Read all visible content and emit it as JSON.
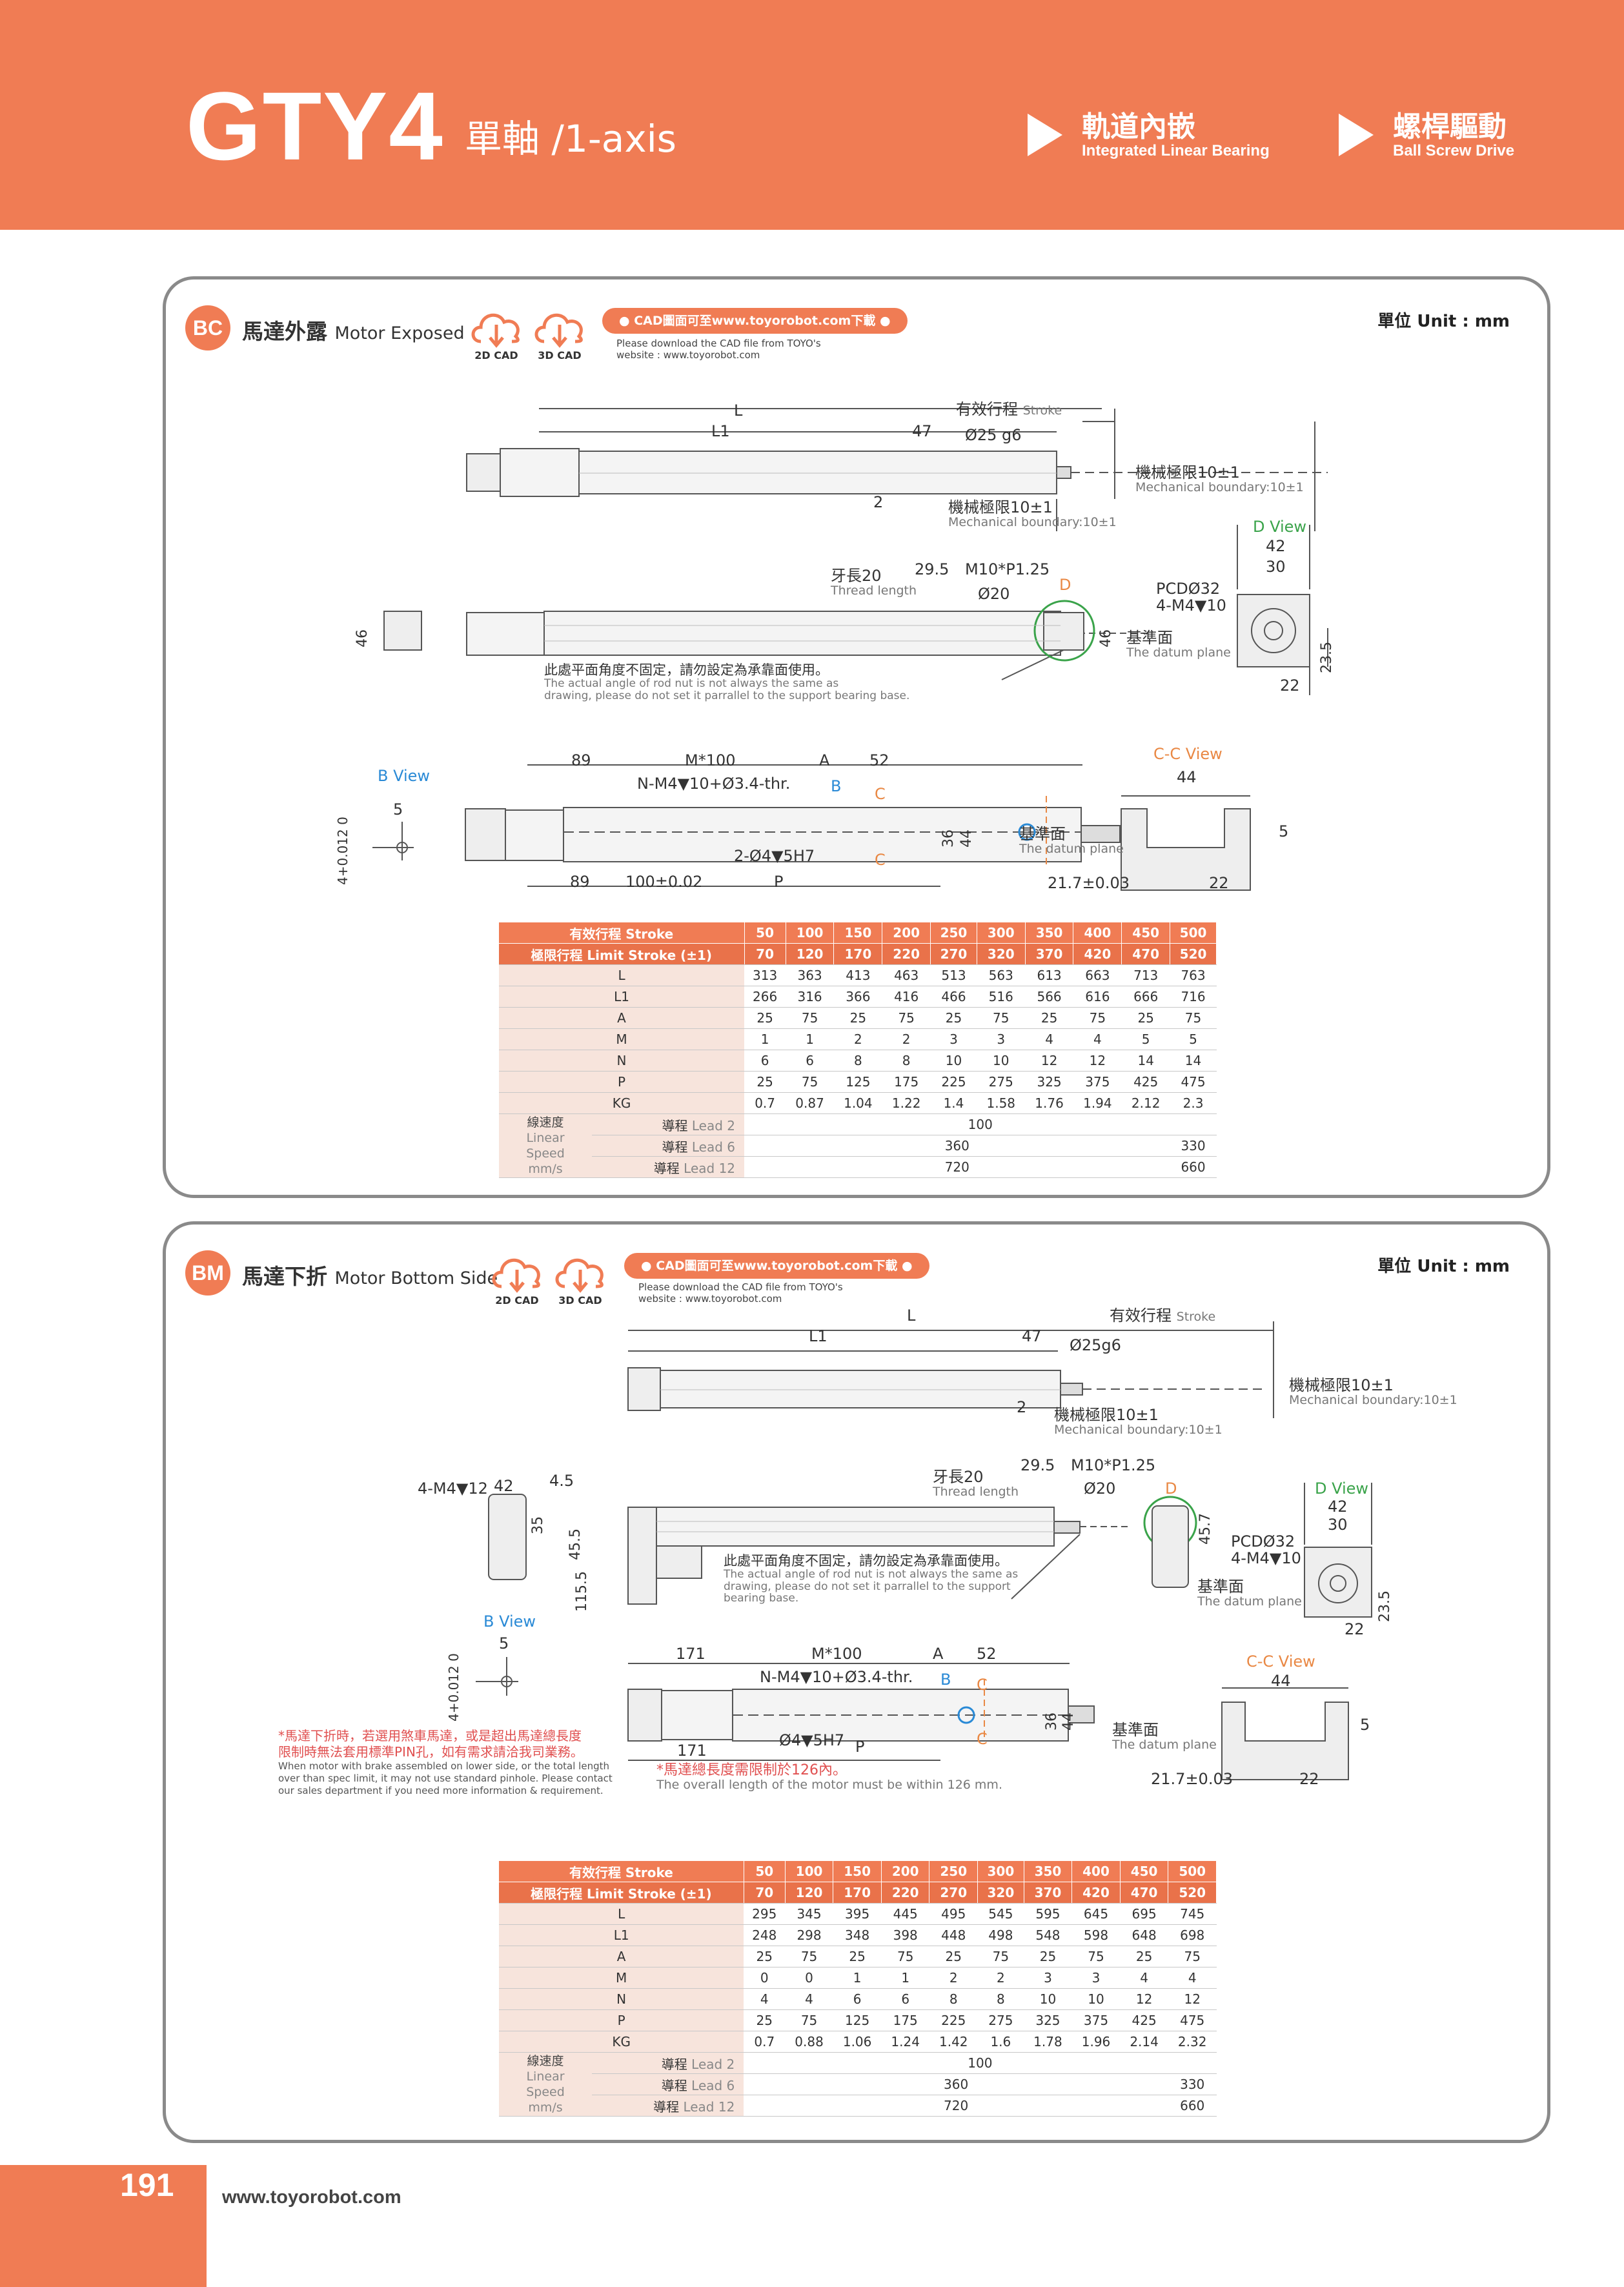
{
  "header": {
    "model": "GTY4",
    "axis": "單軸 /1-axis",
    "feature1": {
      "zh": "軌道內嵌",
      "en": "Integrated Linear Bearing"
    },
    "feature2": {
      "zh": "螺桿驅動",
      "en": "Ball Screw Drive"
    }
  },
  "cad": {
    "cad2d": "2D CAD",
    "cad3d": "3D CAD",
    "download": "● CAD圖面可至www.toyorobot.com下載 ●",
    "note1": "Please download the CAD file from TOYO's",
    "note2": "website : www.toyorobot.com"
  },
  "unit": "單位 Unit : mm",
  "bc": {
    "badge": "BC",
    "title_zh": "馬達外露",
    "title_en": "Motor Exposed",
    "labels": {
      "L": "L",
      "L1": "L1",
      "d47": "47",
      "stroke_zh": "有效行程",
      "stroke_en": "Stroke",
      "rod": "Ø25 g6",
      "d2": "2",
      "mech_zh": "機械極限10±1",
      "mech_en": "Mechanical boundary:10±1",
      "thread_zh": "牙長20",
      "thread_en": "Thread length",
      "d295": "29.5",
      "m10": "M10*P1.25",
      "d20": "Ø20",
      "D": "D",
      "dview": "D View",
      "d42": "42",
      "d30": "30",
      "pcd": "PCDØ32",
      "m4": "4-M4▼10",
      "datum_zh": "基準面",
      "datum_en": "The datum plane",
      "d235": "23.5",
      "d22": "22",
      "d46": "46",
      "angle_zh": "此處平面角度不固定，請勿設定為承靠面使用。",
      "angle_en1": "The actual angle of rod nut is not always the same as",
      "angle_en2": "drawing, please do not set it parrallel to the support bearing base.",
      "d89": "89",
      "m100": "M*100",
      "A": "A",
      "d52": "52",
      "nm4": "N-M4▼10+Ø3.4-thr.",
      "B": "B",
      "C": "C",
      "bview": "B View",
      "d5": "5",
      "tol": "4+0.012 0",
      "hole": "2-Ø4▼5H7",
      "d100": "100±0.02",
      "P": "P",
      "d36": "36",
      "d44": "44",
      "ccview": "C-C View",
      "d217": "21.7±0.03"
    },
    "table": {
      "hdr_stroke": "有效行程 Stroke",
      "hdr_limit": "極限行程 Limit Stroke (±1)",
      "strokes": [
        "50",
        "100",
        "150",
        "200",
        "250",
        "300",
        "350",
        "400",
        "450",
        "500"
      ],
      "limits": [
        "70",
        "120",
        "170",
        "220",
        "270",
        "320",
        "370",
        "420",
        "470",
        "520"
      ],
      "rows": [
        {
          "label": "L",
          "vals": [
            "313",
            "363",
            "413",
            "463",
            "513",
            "563",
            "613",
            "663",
            "713",
            "763"
          ]
        },
        {
          "label": "L1",
          "vals": [
            "266",
            "316",
            "366",
            "416",
            "466",
            "516",
            "566",
            "616",
            "666",
            "716"
          ]
        },
        {
          "label": "A",
          "vals": [
            "25",
            "75",
            "25",
            "75",
            "25",
            "75",
            "25",
            "75",
            "25",
            "75"
          ]
        },
        {
          "label": "M",
          "vals": [
            "1",
            "1",
            "2",
            "2",
            "3",
            "3",
            "4",
            "4",
            "5",
            "5"
          ]
        },
        {
          "label": "N",
          "vals": [
            "6",
            "6",
            "8",
            "8",
            "10",
            "10",
            "12",
            "12",
            "14",
            "14"
          ]
        },
        {
          "label": "P",
          "vals": [
            "25",
            "75",
            "125",
            "175",
            "225",
            "275",
            "325",
            "375",
            "425",
            "475"
          ]
        },
        {
          "label": "KG",
          "vals": [
            "0.7",
            "0.87",
            "1.04",
            "1.22",
            "1.4",
            "1.58",
            "1.76",
            "1.94",
            "2.12",
            "2.3"
          ]
        }
      ],
      "speed_zh": "線速度",
      "speed_en1": "Linear",
      "speed_en2": "Speed",
      "speed_unit": "mm/s",
      "lead2": "Lead 2",
      "lead6": "Lead 6",
      "lead12": "Lead 12",
      "lead_zh": "導程",
      "lead2_v": "100",
      "lead6_v": "360",
      "lead6_last": "330",
      "lead12_v": "720",
      "lead12_last": "660"
    }
  },
  "bm": {
    "badge": "BM",
    "title_zh": "馬達下折",
    "title_en": "Motor Bottom Side",
    "labels": {
      "L": "L",
      "L1": "L1",
      "d47": "47",
      "stroke_zh": "有效行程",
      "stroke_en": "Stroke",
      "rod": "Ø25g6",
      "d2": "2",
      "mech_zh": "機械極限10±1",
      "mech_en": "Mechanical boundary:10±1",
      "m4_12": "4-M4▼12",
      "d42": "42",
      "d45": "4.5",
      "d35": "35",
      "d455": "45.5",
      "d1155": "115.5",
      "thread_zh": "牙長20",
      "thread_en": "Thread length",
      "d295": "29.5",
      "m10": "M10*P1.25",
      "d20": "Ø20",
      "D": "D",
      "dview": "D View",
      "d30": "30",
      "d457": "45.7",
      "pcd": "PCDØ32",
      "m4": "4-M4▼10",
      "datum_zh": "基準面",
      "datum_en": "The datum plane",
      "d235": "23.5",
      "d22": "22",
      "angle_zh": "此處平面角度不固定，請勿設定為承靠面使用。",
      "angle_en1": "The actual angle of rod nut is not always the same as",
      "angle_en2": "drawing, please do not set it parrallel to the support",
      "angle_en3": "bearing base.",
      "bview": "B View",
      "d5": "5",
      "tol": "4+0.012 0",
      "d171": "171",
      "m100": "M*100",
      "A": "A",
      "d52": "52",
      "nm4": "N-M4▼10+Ø3.4-thr.",
      "B": "B",
      "C": "C",
      "hole": "Ø4▼5H7",
      "P": "P",
      "d36": "36",
      "d44": "44",
      "ccview": "C-C View",
      "d217": "21.7±0.03",
      "brake_zh1": "*馬達下折時，若選用煞車馬達，或是超出馬達總長度",
      "brake_zh2": "限制時無法套用標準PIN孔，如有需求請洽我司業務。",
      "brake_en1": "When motor with brake assembled on lower side, or the total length",
      "brake_en2": "over than spec limit, it may not use standard pinhole. Please contact",
      "brake_en3": "our sales department if you need more information & requirement.",
      "motor_zh": "*馬達總長度需限制於126內。",
      "motor_en": "The overall length of the motor must be within 126 mm."
    },
    "table": {
      "hdr_stroke": "有效行程 Stroke",
      "hdr_limit": "極限行程 Limit Stroke (±1)",
      "strokes": [
        "50",
        "100",
        "150",
        "200",
        "250",
        "300",
        "350",
        "400",
        "450",
        "500"
      ],
      "limits": [
        "70",
        "120",
        "170",
        "220",
        "270",
        "320",
        "370",
        "420",
        "470",
        "520"
      ],
      "rows": [
        {
          "label": "L",
          "vals": [
            "295",
            "345",
            "395",
            "445",
            "495",
            "545",
            "595",
            "645",
            "695",
            "745"
          ]
        },
        {
          "label": "L1",
          "vals": [
            "248",
            "298",
            "348",
            "398",
            "448",
            "498",
            "548",
            "598",
            "648",
            "698"
          ]
        },
        {
          "label": "A",
          "vals": [
            "25",
            "75",
            "25",
            "75",
            "25",
            "75",
            "25",
            "75",
            "25",
            "75"
          ]
        },
        {
          "label": "M",
          "vals": [
            "0",
            "0",
            "1",
            "1",
            "2",
            "2",
            "3",
            "3",
            "4",
            "4"
          ]
        },
        {
          "label": "N",
          "vals": [
            "4",
            "4",
            "6",
            "6",
            "8",
            "8",
            "10",
            "10",
            "12",
            "12"
          ]
        },
        {
          "label": "P",
          "vals": [
            "25",
            "75",
            "125",
            "175",
            "225",
            "275",
            "325",
            "375",
            "425",
            "475"
          ]
        },
        {
          "label": "KG",
          "vals": [
            "0.7",
            "0.88",
            "1.06",
            "1.24",
            "1.42",
            "1.6",
            "1.78",
            "1.96",
            "2.14",
            "2.32"
          ]
        }
      ],
      "speed_zh": "線速度",
      "speed_en1": "Linear",
      "speed_en2": "Speed",
      "speed_unit": "mm/s",
      "lead2": "Lead 2",
      "lead6": "Lead 6",
      "lead12": "Lead 12",
      "lead_zh": "導程",
      "lead2_v": "100",
      "lead6_v": "360",
      "lead6_last": "330",
      "lead12_v": "720",
      "lead12_last": "660"
    }
  },
  "footer": {
    "page": "191",
    "url": "www.toyorobot.com"
  }
}
